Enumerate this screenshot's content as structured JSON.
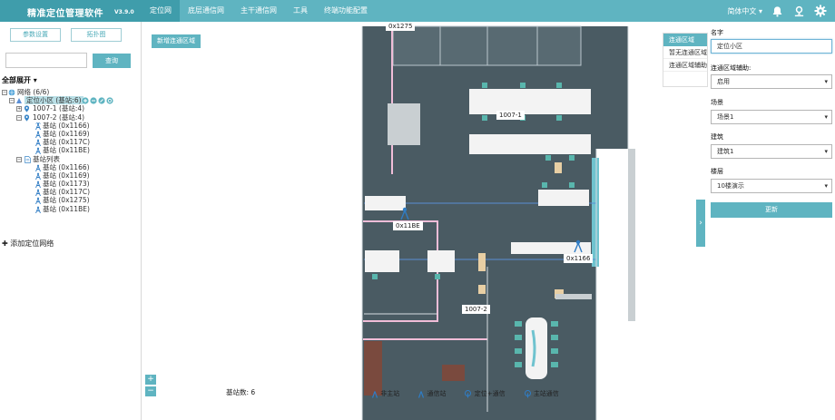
{
  "header": {
    "title": "精准定位管理软件",
    "version": "V3.9.0",
    "tabs": [
      "定位网",
      "底层通信网",
      "主干通信网",
      "工具",
      "终端功能配置"
    ],
    "language": "简体中文"
  },
  "sidebar": {
    "btn_params": "参数设置",
    "btn_topology": "拓扑图",
    "search_value": "",
    "btn_query": "查询",
    "expand_all": "全部展开",
    "tree": {
      "network": "网络 (6/6)",
      "area": "定位小区 (基站:6)",
      "group1": "1007-1 (基站:4)",
      "group2": "1007-2 (基站:4)",
      "g2_stations": [
        "基站 (0x1166)",
        "基站 (0x1169)",
        "基站 (0x117C)",
        "基站 (0x11BE)"
      ],
      "station_list": "基站列表",
      "list_stations": [
        "基站 (0x1166)",
        "基站 (0x1169)",
        "基站 (0x1173)",
        "基站 (0x117C)",
        "基站 (0x1275)",
        "基站 (0x11BE)"
      ]
    },
    "add_network": "添加定位网络"
  },
  "map": {
    "add_area_button": "新增连通区域",
    "labels": {
      "room1": "1007-1",
      "room2": "1007-2",
      "s_1275": "0x1275",
      "s_11be": "0x11BE",
      "s_1166": "0x1166"
    },
    "zoom_in": "+",
    "zoom_out": "−",
    "station_count": "基站数: 6",
    "legend": [
      "非主站",
      "通信站",
      "定位+通信",
      "主站通信"
    ]
  },
  "connect_panel": {
    "title": "连通区域",
    "row1": "暂无连通区域",
    "row2": "连通区域辅助"
  },
  "form": {
    "name_label": "名字",
    "name_value": "定位小区",
    "assist_label": "连通区域辅助:",
    "assist_value": "启用",
    "scene_label": "场景",
    "scene_value": "场景1",
    "building_label": "建筑",
    "building_value": "建筑1",
    "floor_label": "楼层",
    "floor_value": "10楼演示",
    "update_button": "更新"
  },
  "colors": {
    "accent": "#5fb4c1",
    "accent_dark": "#3f9dab",
    "floor": "#4a5b63",
    "wall_pink": "#f0bdd8",
    "tree_select": "#b9dfe6"
  }
}
